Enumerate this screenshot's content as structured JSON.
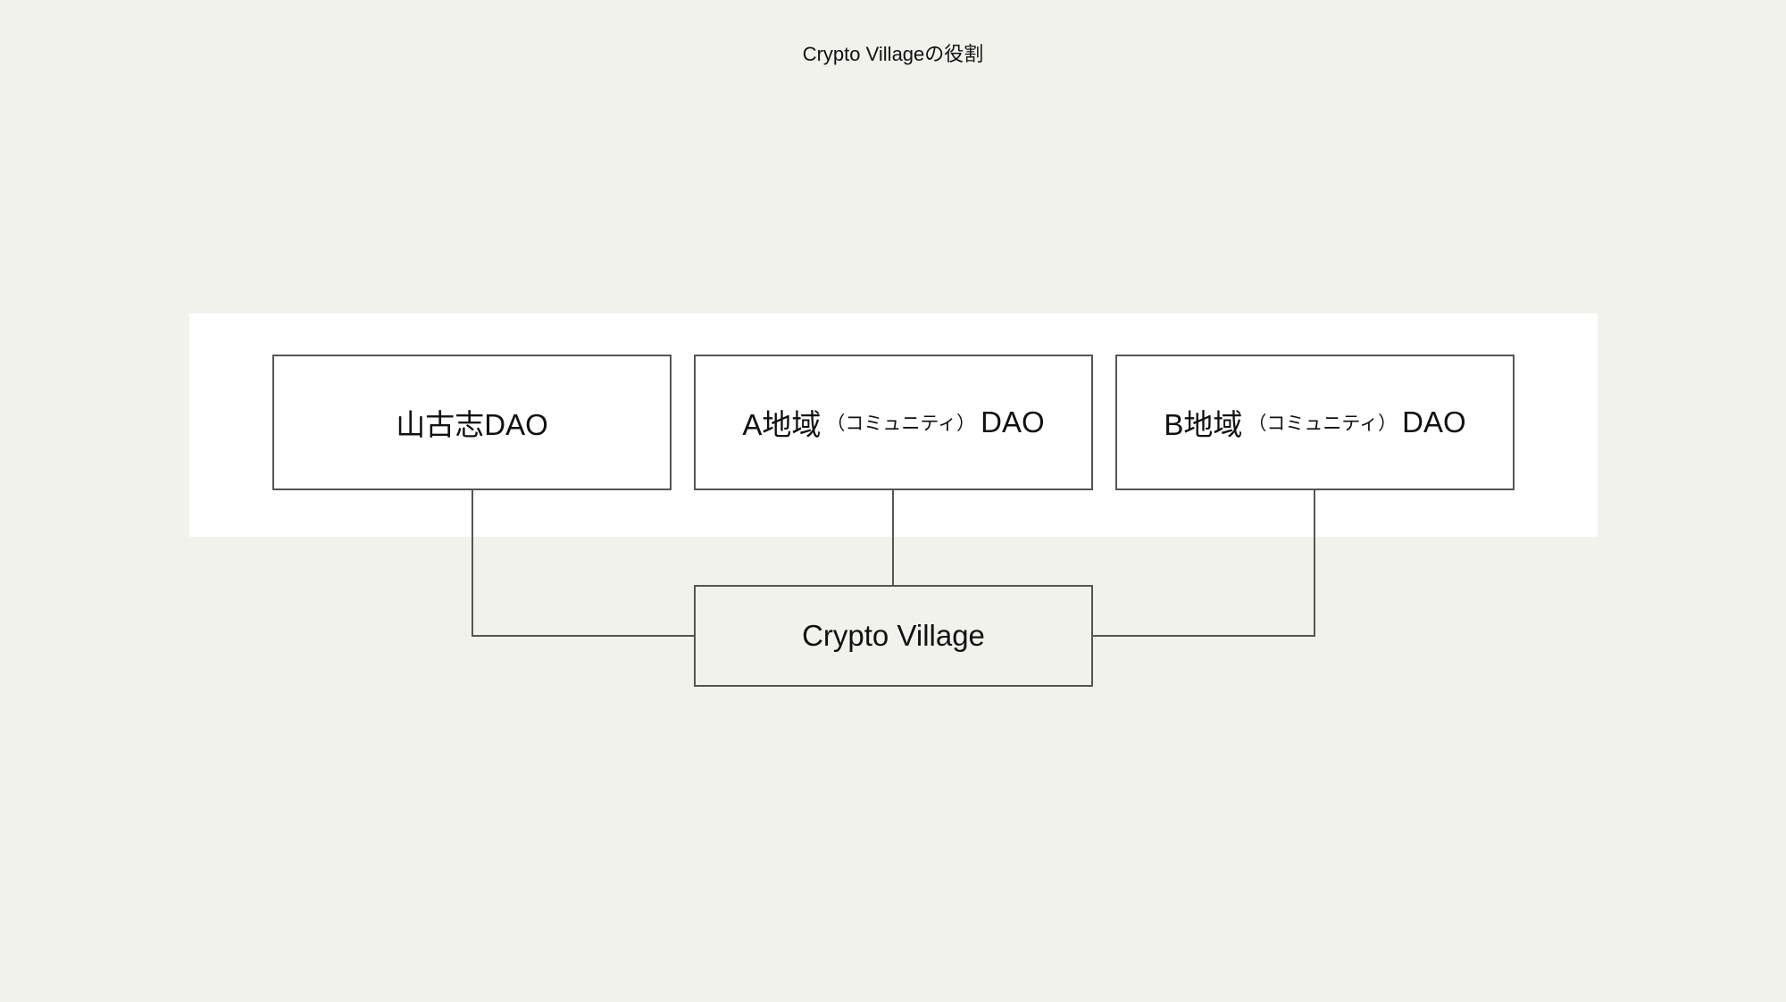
{
  "title": "Crypto Villageの役割",
  "nodes": {
    "yamakoshi": {
      "label": "山古志DAO"
    },
    "region_a": {
      "prefix": "A地域",
      "note": "（コミュニティ）",
      "suffix": "DAO"
    },
    "region_b": {
      "prefix": "B地域",
      "note": "（コミュニティ）",
      "suffix": "DAO"
    },
    "village": {
      "label": "Crypto Village"
    }
  },
  "colors": {
    "background": "#f2f2ed",
    "panel": "#ffffff",
    "border": "#555555"
  }
}
